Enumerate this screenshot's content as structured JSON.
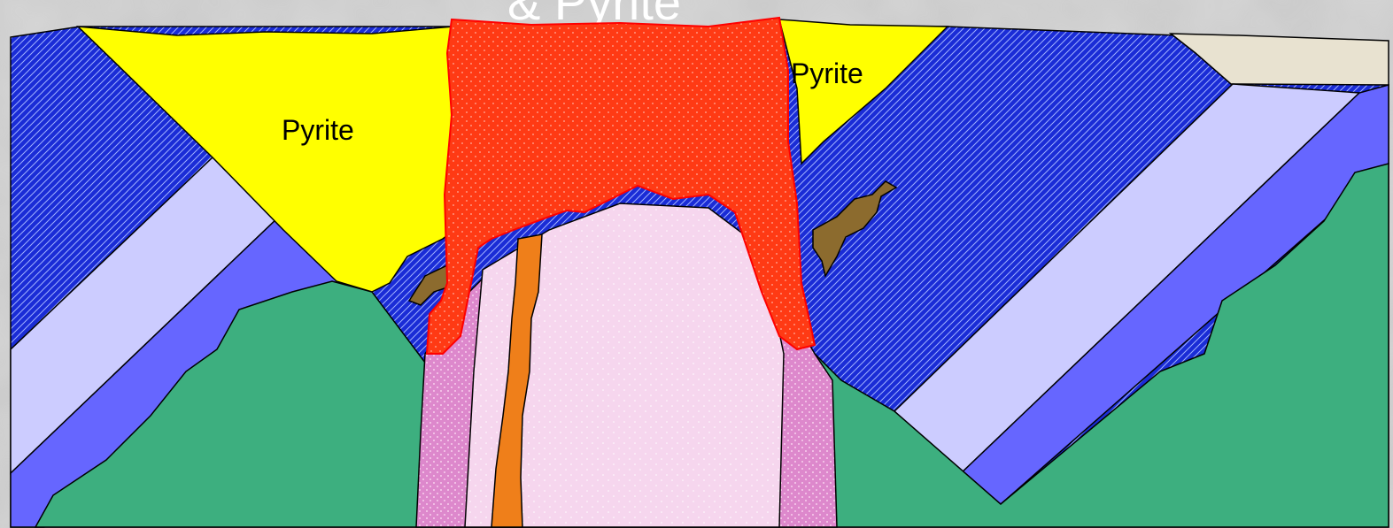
{
  "title_fragment": "& Pyrite",
  "labels": {
    "pyrite_left": "Pyrite",
    "pyrite_right": "Pyrite"
  },
  "colors": {
    "background_stone": "#c9c9c9",
    "yellow_pyrite": "#ffff00",
    "blue_hatched_rock": "#1a2cd6",
    "pale_lavender_band": "#ccccff",
    "blue_band": "#6666ff",
    "green_basement": "#3daf7f",
    "red_cap": "#ff3a14",
    "pink_intrusion_rim": "#dd88cc",
    "pale_pink_core": "#f6d6ee",
    "orange_dike": "#ef7f1a",
    "brown_blobs": "#8c6b2e",
    "cream_top_right": "#e8e2d0"
  }
}
